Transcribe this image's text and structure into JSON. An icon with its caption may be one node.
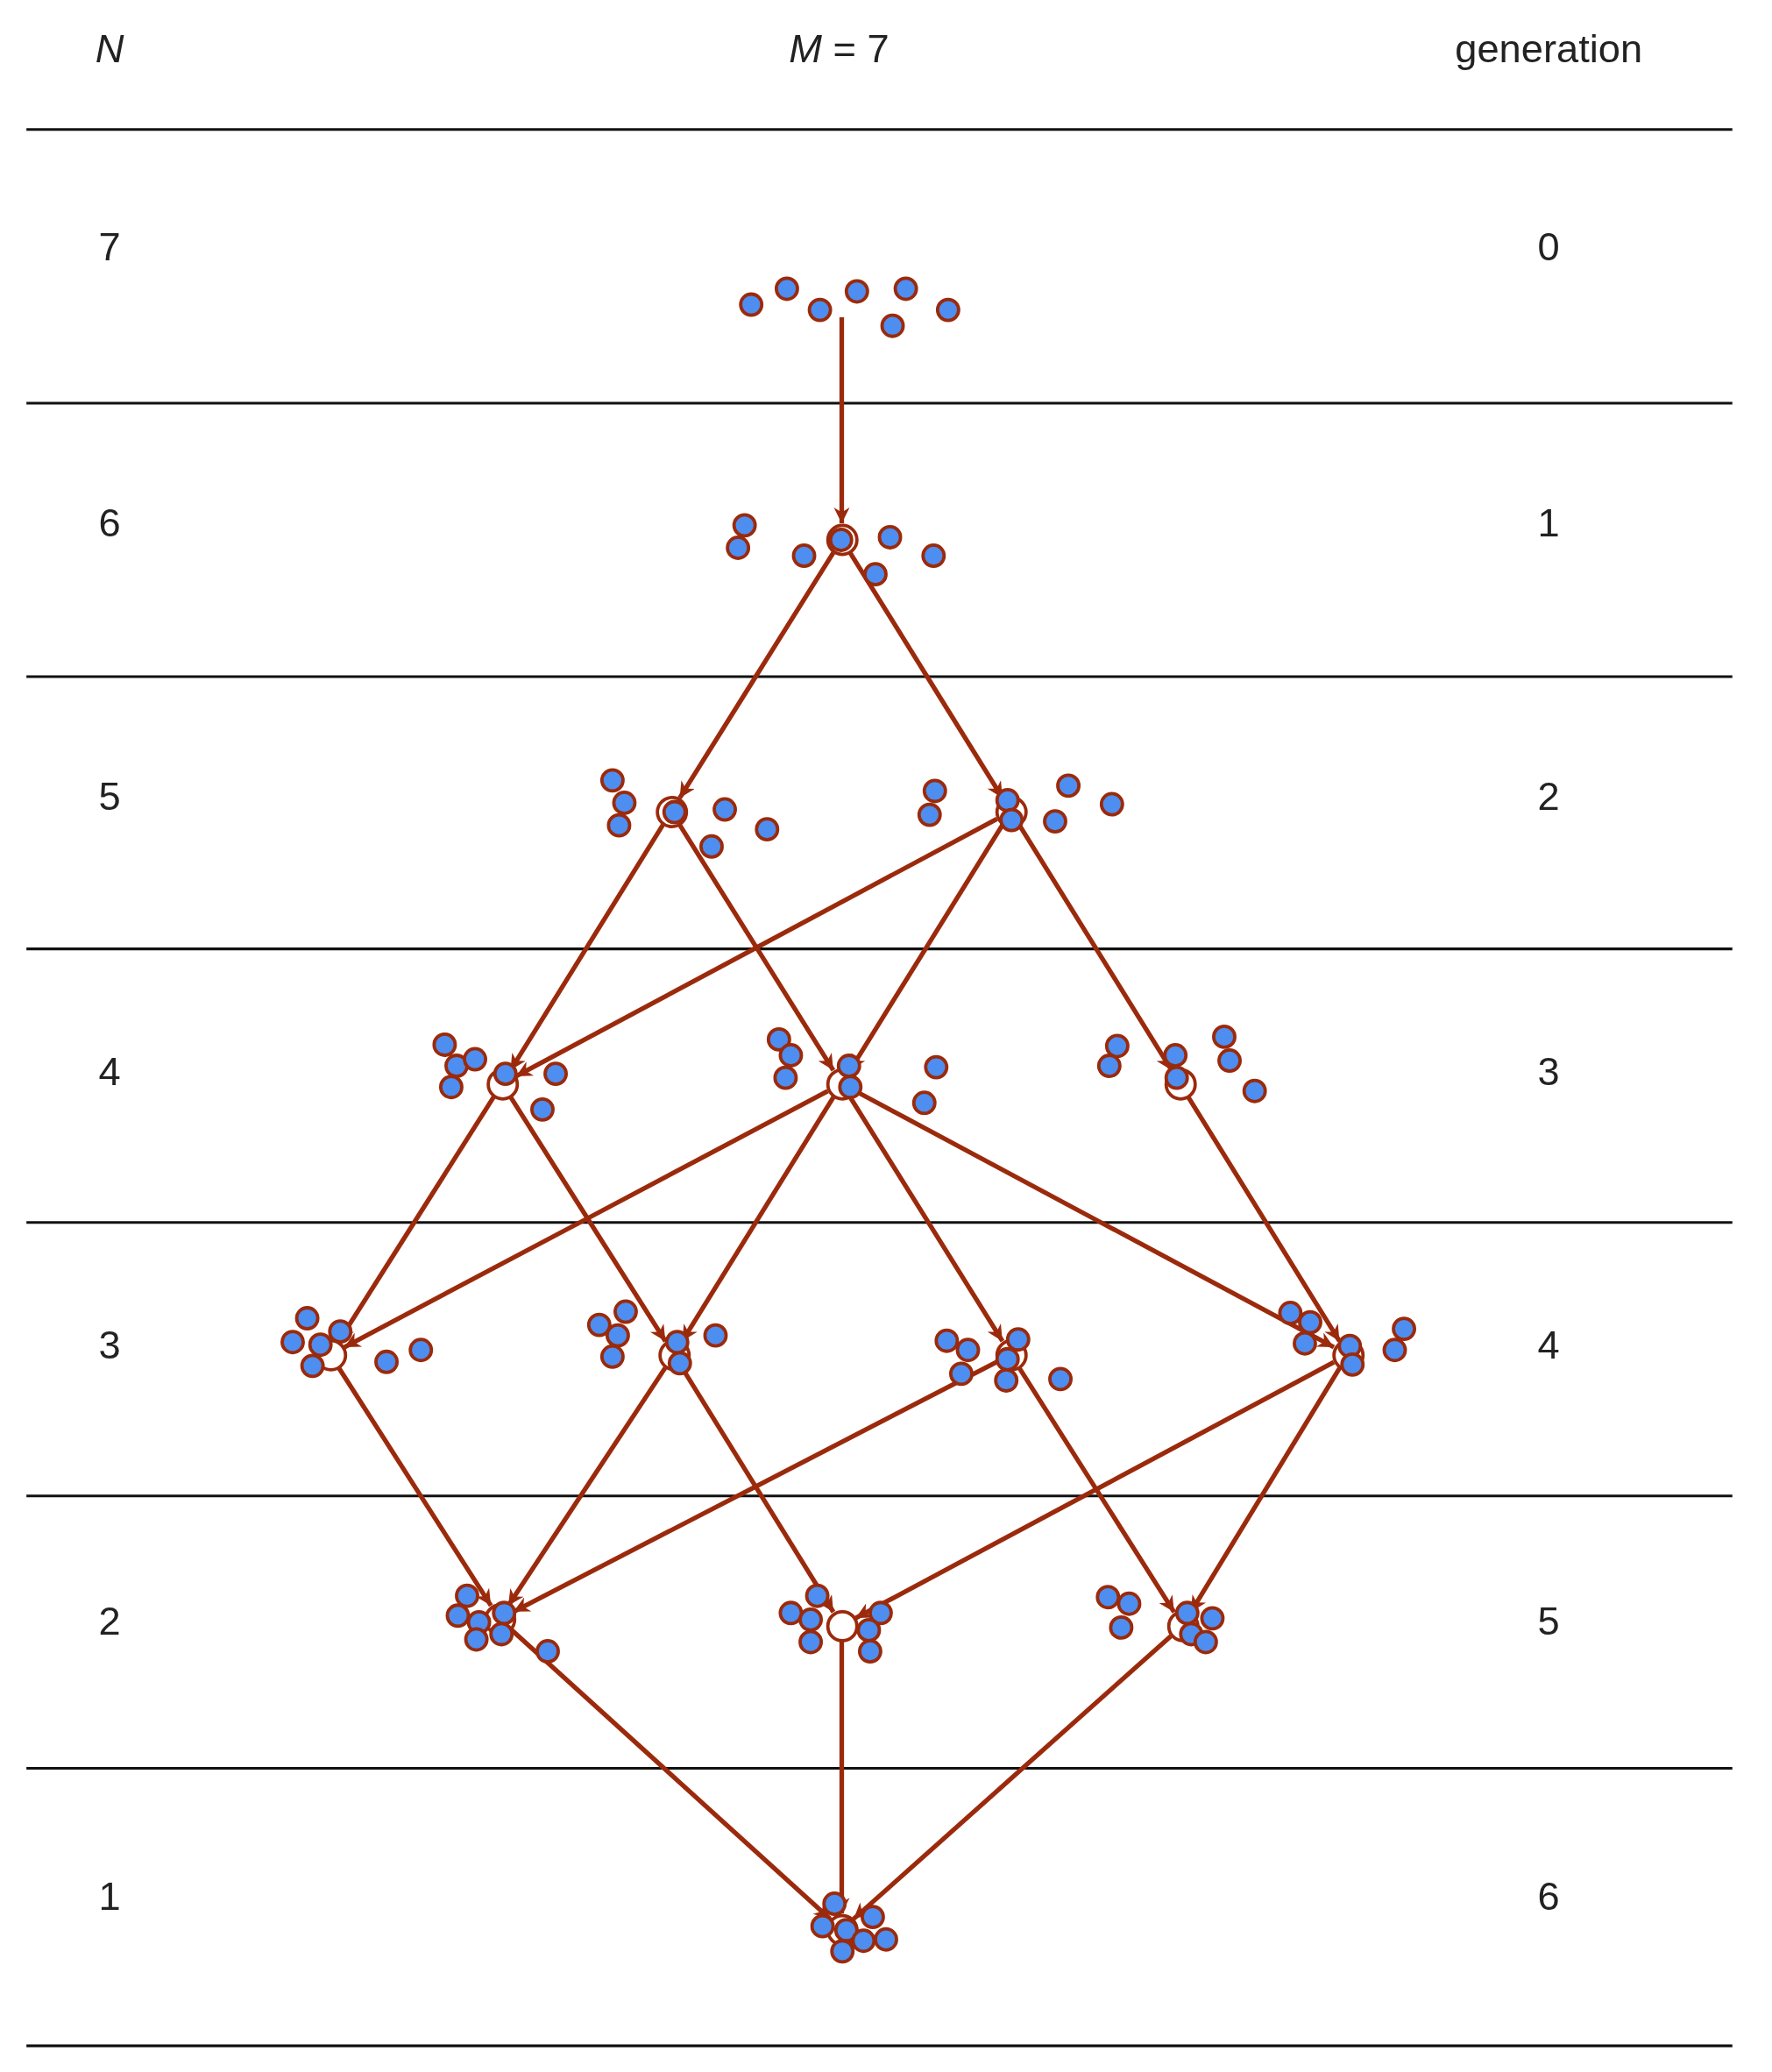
{
  "diagram": {
    "nodes": [
      {
        "text": [],
        "shape": "cluster"
      },
      {
        "text": [],
        "shape": "cluster"
      },
      {
        "text": [],
        "shape": "cluster"
      },
      {
        "text": [],
        "shape": "cluster"
      },
      {
        "text": [],
        "shape": "cluster"
      },
      {
        "text": [],
        "shape": "cluster"
      },
      {
        "text": [],
        "shape": "cluster"
      },
      {
        "text": [],
        "shape": "cluster"
      },
      {
        "text": [],
        "shape": "cluster"
      },
      {
        "text": [],
        "shape": "cluster"
      },
      {
        "text": [],
        "shape": "cluster"
      },
      {
        "text": [],
        "shape": "cluster"
      },
      {
        "text": [],
        "shape": "cluster"
      },
      {
        "text": [],
        "shape": "cluster"
      },
      {
        "text": [],
        "shape": "cluster"
      }
    ],
    "edges": [
      {
        "from": 0,
        "to": 1,
        "arrow": "to"
      },
      {
        "from": 1,
        "to": 2,
        "arrow": "to"
      },
      {
        "from": 1,
        "to": 3,
        "arrow": "to"
      },
      {
        "from": 2,
        "to": 4,
        "arrow": "to"
      },
      {
        "from": 2,
        "to": 5,
        "arrow": "to"
      },
      {
        "from": 3,
        "to": 4,
        "arrow": "to"
      },
      {
        "from": 3,
        "to": 5,
        "arrow": "to"
      },
      {
        "from": 3,
        "to": 6,
        "arrow": "to"
      },
      {
        "from": 4,
        "to": 7,
        "arrow": "to"
      },
      {
        "from": 4,
        "to": 8,
        "arrow": "to"
      },
      {
        "from": 5,
        "to": 7,
        "arrow": "to"
      },
      {
        "from": 5,
        "to": 8,
        "arrow": "to"
      },
      {
        "from": 5,
        "to": 9,
        "arrow": "to"
      },
      {
        "from": 5,
        "to": 10,
        "arrow": "to"
      },
      {
        "from": 6,
        "to": 10,
        "arrow": "to"
      },
      {
        "from": 7,
        "to": 11,
        "arrow": "to"
      },
      {
        "from": 8,
        "to": 11,
        "arrow": "to"
      },
      {
        "from": 8,
        "to": 12,
        "arrow": "to"
      },
      {
        "from": 9,
        "to": 11,
        "arrow": "to"
      },
      {
        "from": 9,
        "to": 13,
        "arrow": "to"
      },
      {
        "from": 10,
        "to": 12,
        "arrow": "to"
      },
      {
        "from": 10,
        "to": 13,
        "arrow": "to"
      },
      {
        "from": 11,
        "to": 14,
        "arrow": "to"
      },
      {
        "from": 12,
        "to": 14,
        "arrow": "to"
      },
      {
        "from": 13,
        "to": 14,
        "arrow": "to"
      }
    ],
    "labels": [
      "N",
      "*M* = 7",
      "generation",
      "7",
      "0",
      "6",
      "1",
      "5",
      "2",
      "4",
      "3",
      "3",
      "4",
      "2",
      "5",
      "1",
      "6"
    ]
  }
}
